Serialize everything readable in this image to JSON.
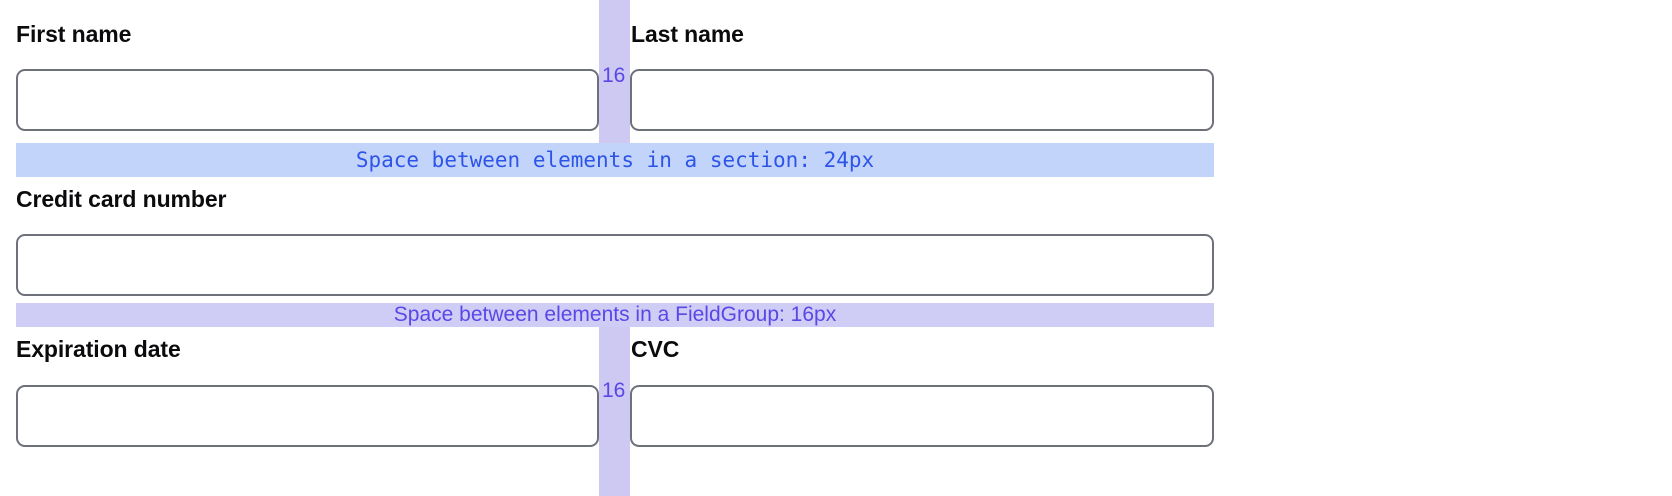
{
  "form": {
    "rows": [
      {
        "id": "name-row",
        "type": "two-column",
        "fields": [
          {
            "id": "first-name",
            "label": "First name",
            "value": "",
            "placeholder": ""
          },
          {
            "id": "last-name",
            "label": "Last name",
            "value": "",
            "placeholder": ""
          }
        ],
        "gap_marker": {
          "label": "16",
          "unit_implied": "px"
        }
      },
      {
        "id": "card-row",
        "type": "full-width",
        "fields": [
          {
            "id": "credit-card-number",
            "label": "Credit card number",
            "value": "",
            "placeholder": ""
          }
        ]
      },
      {
        "id": "expiry-row",
        "type": "two-column",
        "fields": [
          {
            "id": "expiration-date",
            "label": "Expiration date",
            "value": "",
            "placeholder": ""
          },
          {
            "id": "cvc",
            "label": "CVC",
            "value": "",
            "placeholder": ""
          }
        ],
        "gap_marker": {
          "label": "16",
          "unit_implied": "px"
        }
      }
    ]
  },
  "annotations": {
    "section_band": {
      "text": "Space between elements in a section: 24px",
      "spacing_value": 24,
      "spacing_unit": "px",
      "background_color": "#c3d4fb",
      "text_color": "#2d54e8"
    },
    "fieldgroup_band": {
      "text": "Space between elements in a FieldGroup: 16px",
      "spacing_value": 16,
      "spacing_unit": "px",
      "background_color": "#cfcdf5",
      "text_color": "#5b46e8"
    },
    "column_gap": {
      "label": "16",
      "spacing_value": 16,
      "spacing_unit": "px",
      "background_color": "#cdc9f2",
      "text_color": "#5b46e8"
    }
  },
  "theme": {
    "page_background": "#ffffff",
    "input_border": "#6e717a",
    "input_background": "#ffffff",
    "label_color": "#0b0b0d"
  }
}
